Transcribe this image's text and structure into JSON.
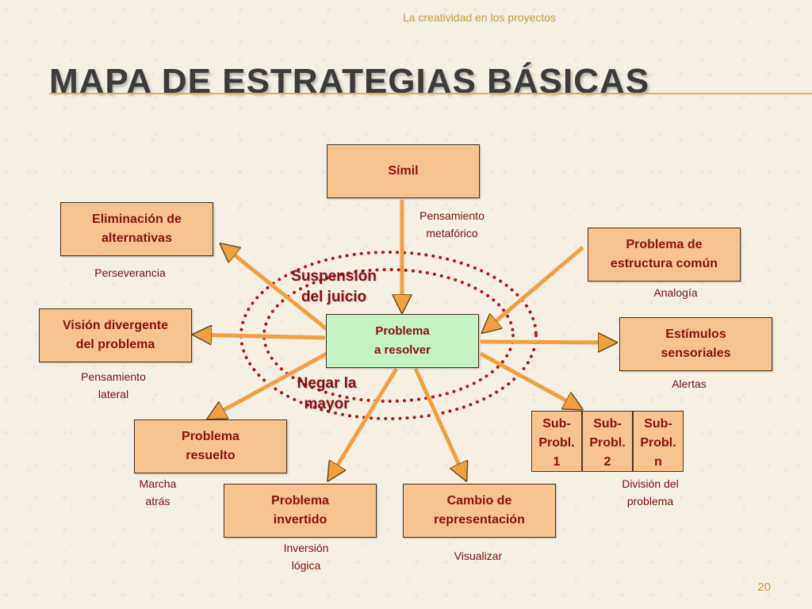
{
  "header": "La creatividad en los proyectos",
  "title": "Mapa de estrategias básicas",
  "page_number": "20",
  "center": {
    "line1": "Problema",
    "line2": "a resolver"
  },
  "ellipse_labels": {
    "top": {
      "line1": "Suspensión",
      "line2": "del juicio"
    },
    "bottom": {
      "line1": "Negar la",
      "line2": "mayor"
    }
  },
  "boxes": {
    "simil": "Símil",
    "eliminacion": {
      "line1": "Eliminación de",
      "line2": "alternativas"
    },
    "estructura": {
      "line1": "Problema de",
      "line2": "estructura común"
    },
    "vision": {
      "line1": "Visión divergente",
      "line2": "del problema"
    },
    "estimulos": {
      "line1": "Estímulos",
      "line2": "sensoriales"
    },
    "resuelto": {
      "line1": "Problema",
      "line2": "resuelto"
    },
    "invertido": {
      "line1": "Problema",
      "line2": "invertido"
    },
    "cambio": {
      "line1": "Cambio de",
      "line2": "representación"
    }
  },
  "sub_problems": [
    {
      "line1": "Sub-",
      "line2": "Probl.",
      "line3": "1"
    },
    {
      "line1": "Sub-",
      "line2": "Probl.",
      "line3": "2"
    },
    {
      "line1": "Sub-",
      "line2": "Probl.",
      "line3": "n"
    }
  ],
  "notes": {
    "metaforico": {
      "line1": "Pensamiento",
      "line2": "metafórico"
    },
    "perseverancia": "Perseverancia",
    "analogia": "Analogía",
    "lateral": {
      "line1": "Pensamiento",
      "line2": "lateral"
    },
    "alertas": "Alertas",
    "marcha": {
      "line1": "Marcha",
      "line2": "atrás"
    },
    "division": {
      "line1": "División del",
      "line2": "problema"
    },
    "inversion": {
      "line1": "Inversión",
      "line2": "lógica"
    },
    "visualizar": "Visualizar"
  },
  "colors": {
    "box_fill": "#f7c48f",
    "center_fill": "#c4f2c4",
    "text_red": "#8b1010",
    "arrow": "#f0a040",
    "ellipse_dots": "#b01818",
    "accent_gold": "#c79a3c"
  }
}
